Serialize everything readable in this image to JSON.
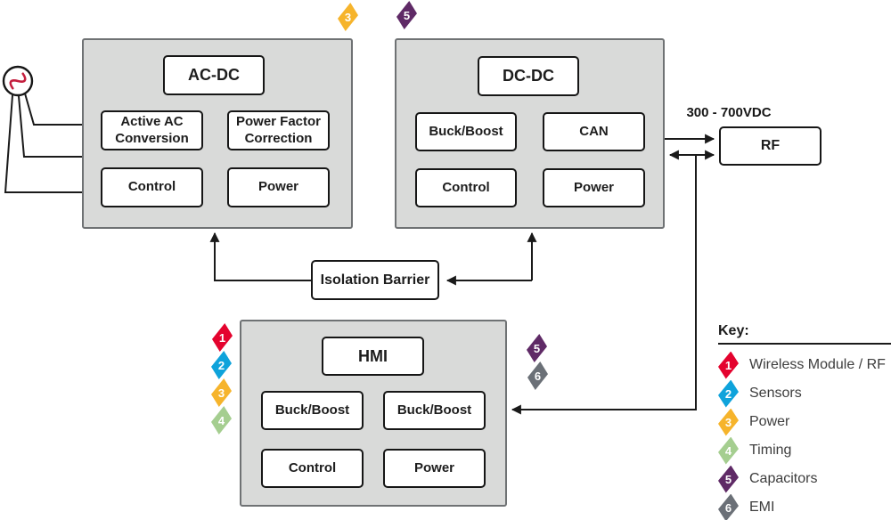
{
  "diagram": {
    "voltage_label": "300 - 700VDC",
    "isolation_barrier": "Isolation Barrier",
    "rf": "RF",
    "blocks": {
      "acdc": {
        "title": "AC-DC",
        "cells": [
          "Active AC Conversion",
          "Power Factor Correction",
          "Control",
          "Power"
        ]
      },
      "dcdc": {
        "title": "DC-DC",
        "cells": [
          "Buck/Boost",
          "CAN",
          "Control",
          "Power"
        ]
      },
      "hmi": {
        "title": "HMI",
        "cells": [
          "Buck/Boost",
          "Buck/Boost",
          "Control",
          "Power"
        ]
      }
    },
    "badges": {
      "acdc_top": {
        "num": "3",
        "color": "#F6B42C"
      },
      "dcdc_top": {
        "num": "5",
        "color": "#5F2A66"
      },
      "hmi_left": [
        {
          "num": "1",
          "color": "#E4032E"
        },
        {
          "num": "2",
          "color": "#0FA3DB"
        },
        {
          "num": "3",
          "color": "#F6B42C"
        },
        {
          "num": "4",
          "color": "#A5CE90"
        }
      ],
      "hmi_right": [
        {
          "num": "5",
          "color": "#5F2A66"
        },
        {
          "num": "6",
          "color": "#6B7077"
        }
      ]
    }
  },
  "key": {
    "title": "Key:",
    "items": [
      {
        "num": "1",
        "color": "#E4032E",
        "label": "Wireless Module / RF"
      },
      {
        "num": "2",
        "color": "#0FA3DB",
        "label": "Sensors"
      },
      {
        "num": "3",
        "color": "#F6B42C",
        "label": "Power"
      },
      {
        "num": "4",
        "color": "#A5CE90",
        "label": "Timing"
      },
      {
        "num": "5",
        "color": "#5F2A66",
        "label": "Capacitors"
      },
      {
        "num": "6",
        "color": "#6B7077",
        "label": "EMI"
      }
    ]
  },
  "colors": {
    "wire": "#1a1a1a",
    "block_fill": "#d9dad9",
    "block_border": "#6f7274",
    "sine_wave": "#C41F3E"
  }
}
